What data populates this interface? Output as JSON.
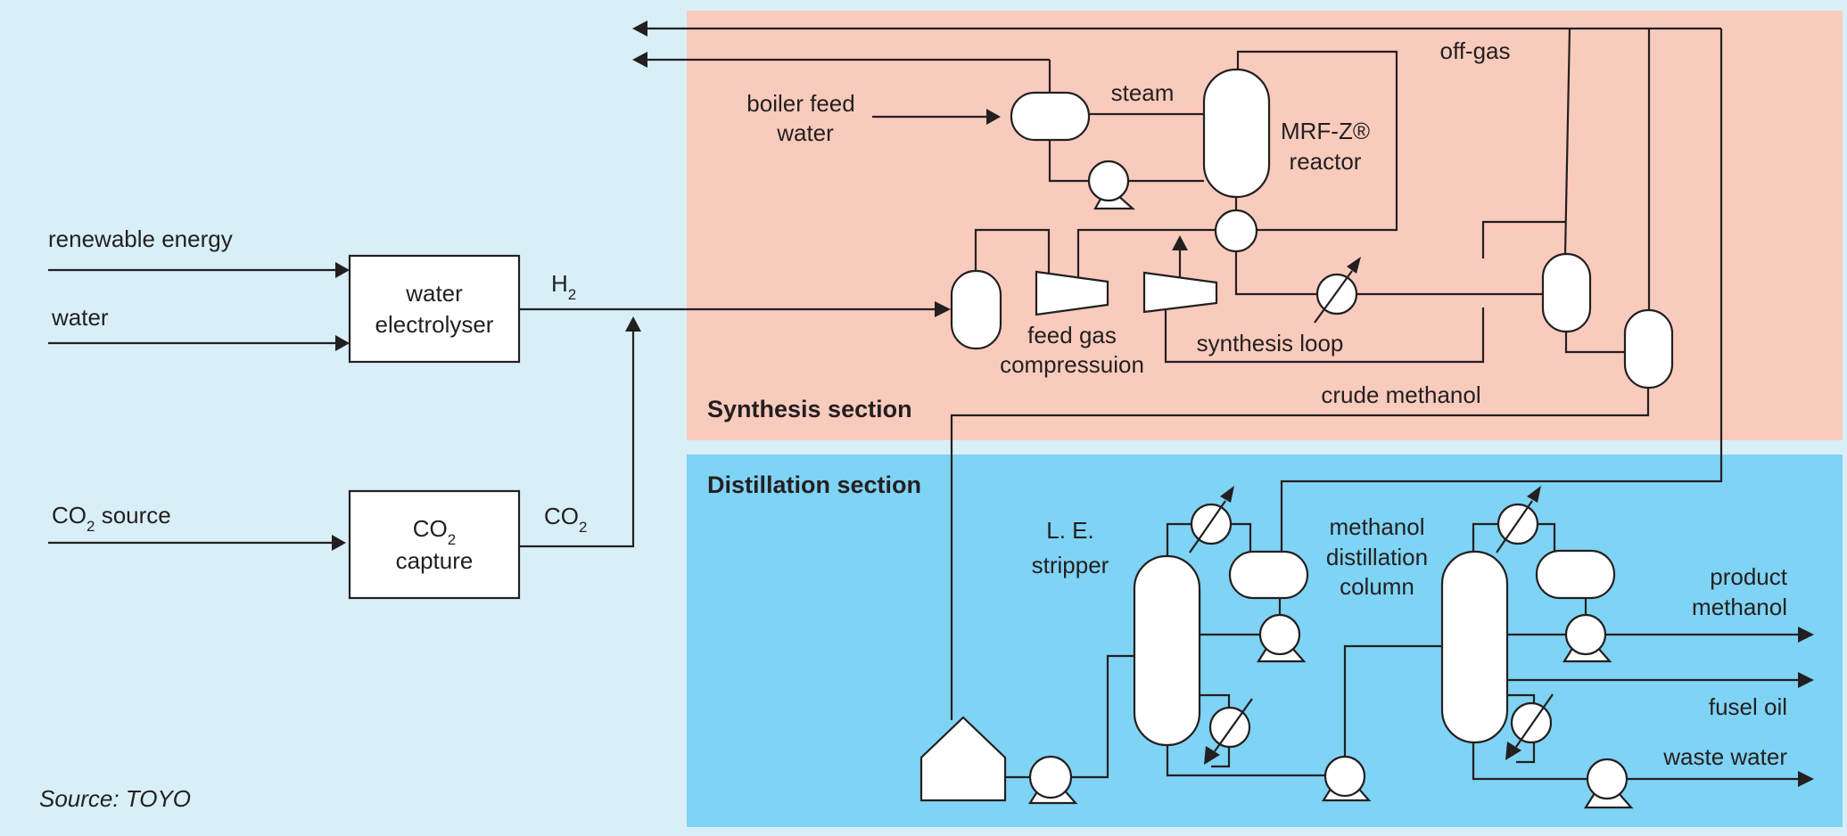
{
  "colors": {
    "background": "#d8eff8",
    "synthesis_section": "#f9cbbd",
    "distillation_section": "#7fd3f4",
    "line": "#231f20"
  },
  "inputs": {
    "renewable_energy": "renewable energy",
    "water": "water",
    "co2_source_main": "CO",
    "co2_source_sub": "2",
    "co2_source_suffix": " source"
  },
  "units": {
    "electrolyser_line1": "water",
    "electrolyser_line2": "electrolyser",
    "capture_line1_main": "CO",
    "capture_line1_sub": "2",
    "capture_line2": "capture"
  },
  "streams": {
    "h2_main": "H",
    "h2_sub": "2",
    "co2_main": "CO",
    "co2_sub": "2",
    "boiler_feed_line1": "boiler feed",
    "boiler_feed_line2": "water",
    "steam": "steam",
    "off_gas": "off-gas",
    "crude_methanol": "crude methanol",
    "product_line1": "product",
    "product_line2": "methanol",
    "fusel_oil": "fusel oil",
    "waste_water": "waste water"
  },
  "synthesis": {
    "section_title": "Synthesis section",
    "reactor_line1": "MRF-Z®",
    "reactor_line2": "reactor",
    "compression_line1": "feed gas",
    "compression_line2": "compressuion",
    "loop": "synthesis loop"
  },
  "distillation": {
    "section_title": "Distillation section",
    "stripper_line1": "L. E.",
    "stripper_line2": "stripper",
    "column_line1": "methanol",
    "column_line2": "distillation",
    "column_line3": "column"
  },
  "source": "Source: TOYO"
}
